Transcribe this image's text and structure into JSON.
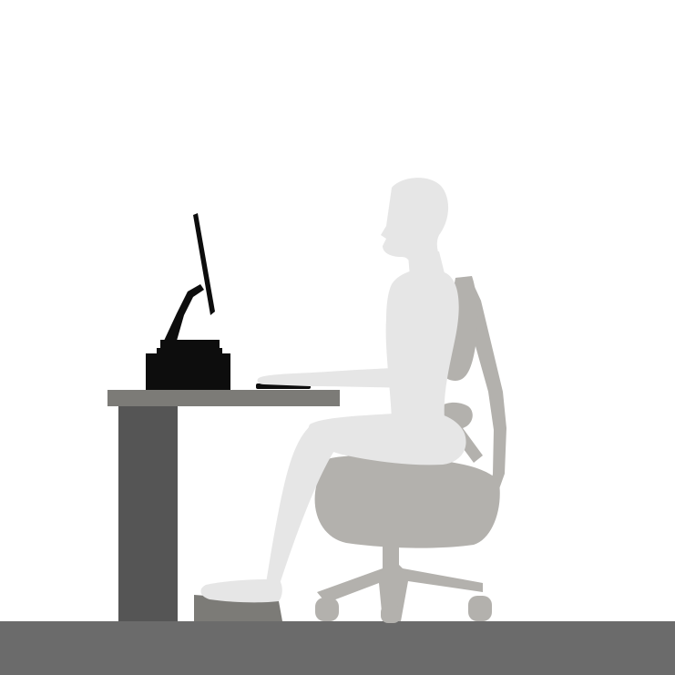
{
  "scene": {
    "colors": {
      "background": "#ffffff",
      "floor": "#6b6b6b",
      "desk_top": "#7c7b77",
      "desk_leg": "#555555",
      "equipment": "#0d0d0d",
      "figure": "#e6e6e6",
      "chair": "#b3b1ad",
      "footrest": "#7c7b77"
    },
    "elements": [
      "floor",
      "desk",
      "monitor-riser",
      "monitor",
      "keyboard",
      "footrest",
      "seated-figure",
      "office-chair"
    ]
  }
}
